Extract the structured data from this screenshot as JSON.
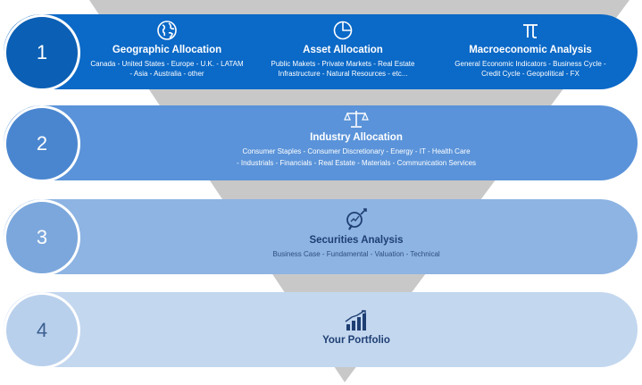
{
  "steps": [
    {
      "number": "1",
      "columns": [
        {
          "icon": "globe-icon",
          "title": "Geographic Allocation",
          "line1": "Canada  - United States - Europe - U.K. - LATAM",
          "line2": "- Asia - Australia - other"
        },
        {
          "icon": "pie-chart-icon",
          "title": "Asset Allocation",
          "line1": "Public Makets - Private Markets - Real Estate",
          "line2": "Infrastructure - Natural Resources - etc..."
        },
        {
          "icon": "pi-icon",
          "title": "Macroeconomic Analysis",
          "line1": "General Economic Indicators - Business Cycle -",
          "line2": "Credit Cycle - Geopolitical - FX"
        }
      ]
    },
    {
      "number": "2",
      "icon": "scales-icon",
      "title": "Industry Allocation",
      "line1": "Consumer Staples - Consumer Discretionary - Energy - IT - Health Care",
      "line2": "- Industrials - Financials - Real Estate - Materials - Communication Services"
    },
    {
      "number": "3",
      "icon": "magnifier-chart-icon",
      "title": "Securities Analysis",
      "line1": "Business Case - Fundamental - Valuation - Technical"
    },
    {
      "number": "4",
      "icon": "bar-growth-icon",
      "title": "Your Portfolio"
    }
  ],
  "colors": {
    "step1": "#0b69c7",
    "step2": "#5a93d9",
    "step3": "#8db4e3",
    "step4": "#c3d7ef",
    "funnel": "#c8c8c8"
  }
}
